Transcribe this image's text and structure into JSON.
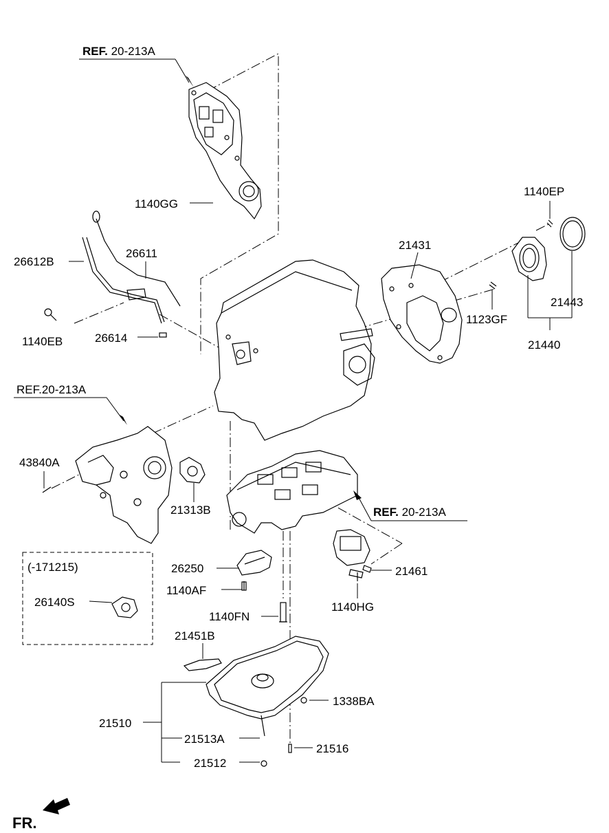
{
  "refs": {
    "top": {
      "bold": "REF.",
      "rest": " 20-213A"
    },
    "left": {
      "text": "REF.20-213A"
    },
    "right": {
      "bold": "REF.",
      "rest": " 20-213A"
    }
  },
  "parts": {
    "p1140GG": "1140GG",
    "p1140EP": "1140EP",
    "p21431": "21431",
    "p26612B": "26612B",
    "p26611": "26611",
    "p21443": "21443",
    "p1123GF": "1123GF",
    "p1140EB": "1140EB",
    "p26614": "26614",
    "p21440": "21440",
    "p43840A": "43840A",
    "p21313B": "21313B",
    "p171215": "(-171215)",
    "p26250": "26250",
    "p21461": "21461",
    "p1140AF": "1140AF",
    "p26140S": "26140S",
    "p1140HG": "1140HG",
    "p1140FN": "1140FN",
    "p21451B": "21451B",
    "p1338BA": "1338BA",
    "p21510": "21510",
    "p21513A": "21513A",
    "p21516": "21516",
    "p21512": "21512"
  },
  "direction": {
    "label": "FR."
  }
}
